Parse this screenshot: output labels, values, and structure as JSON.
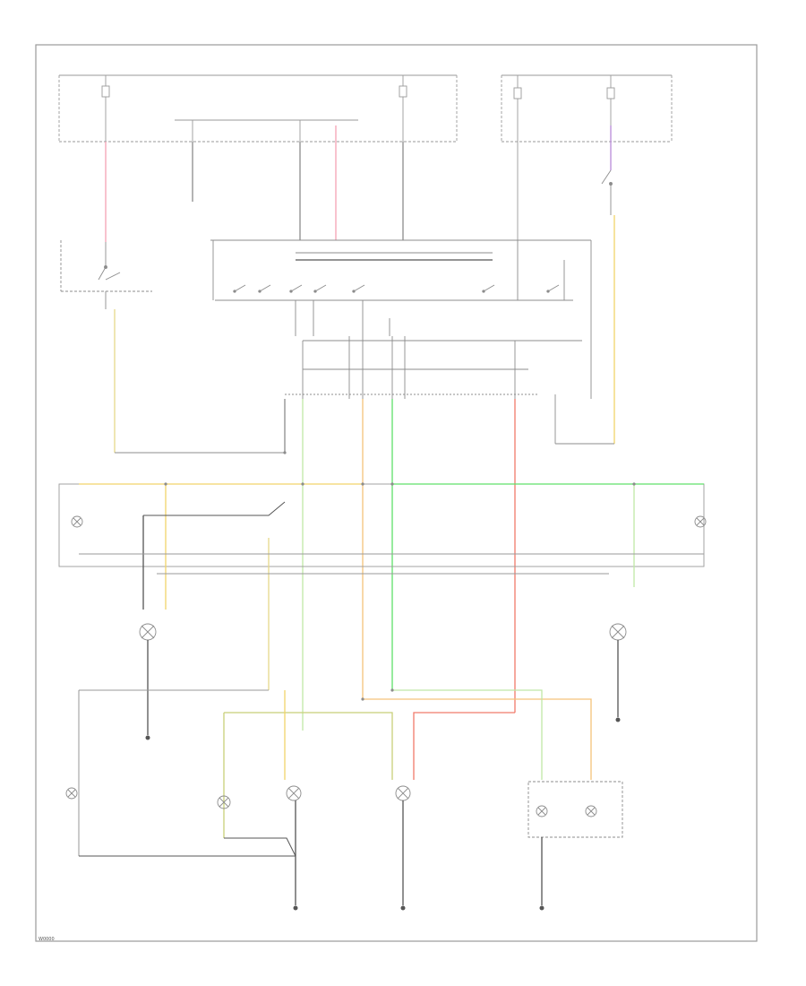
{
  "diagram": {
    "colors": {
      "border": "#9a9a9a",
      "wire_gray": "#8c8c8c",
      "wire_dark": "#555555",
      "wire_pink": "#f4a0b4",
      "wire_yellow": "#f2d46a",
      "wire_light_green": "#bfe8a6",
      "wire_green": "#5fe06a",
      "wire_orange": "#f5c27a",
      "wire_red": "#f07a6a",
      "wire_olive": "#c8cf78",
      "wire_purple": "#b88ad8",
      "wire_black": "#555555"
    },
    "blocks": [
      {
        "id": "fuse-panel-left",
        "type": "power-distribution"
      },
      {
        "id": "fuse-panel-right",
        "type": "power-distribution"
      },
      {
        "id": "headlamp-switch",
        "type": "switch"
      },
      {
        "id": "brake-switch",
        "type": "switch"
      },
      {
        "id": "multifunction-switch",
        "type": "switch-assembly"
      },
      {
        "id": "turn-flasher-assembly",
        "type": "module"
      },
      {
        "id": "front-right-lamp",
        "type": "lamp"
      },
      {
        "id": "front-left-lamp",
        "type": "lamp"
      },
      {
        "id": "rt-front-sidemarker",
        "type": "lamp"
      },
      {
        "id": "lt-front-sidemarker",
        "type": "lamp"
      },
      {
        "id": "center-high-mount-lamp",
        "type": "lamp"
      },
      {
        "id": "license-lamp",
        "type": "lamp"
      },
      {
        "id": "lt-tail-lamp",
        "type": "lamp"
      },
      {
        "id": "rt-tail-lamp",
        "type": "lamp"
      },
      {
        "id": "instrument-cluster-indicators",
        "type": "indicator-box"
      },
      {
        "id": "ground-1",
        "type": "ground"
      },
      {
        "id": "ground-2",
        "type": "ground"
      },
      {
        "id": "ground-3",
        "type": "ground"
      },
      {
        "id": "ground-4",
        "type": "ground"
      },
      {
        "id": "ground-5",
        "type": "ground"
      }
    ]
  },
  "figure_code": "W0000"
}
